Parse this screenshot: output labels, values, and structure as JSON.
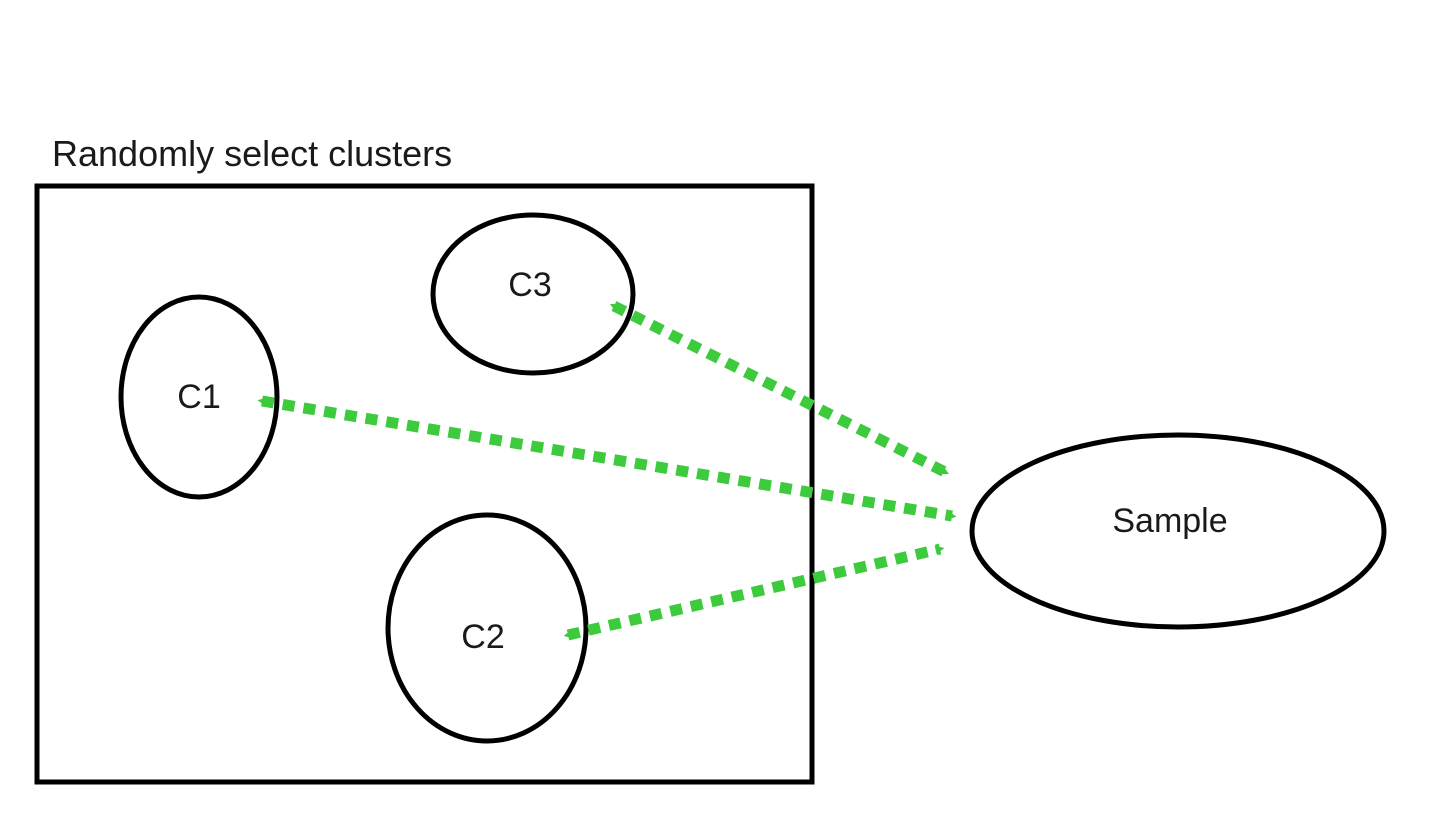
{
  "title": "Randomly select clusters",
  "clusters": [
    {
      "id": "C1",
      "label": "C1"
    },
    {
      "id": "C2",
      "label": "C2"
    },
    {
      "id": "C3",
      "label": "C3"
    }
  ],
  "sample": {
    "label": "Sample"
  },
  "connections": [
    {
      "from": "C3",
      "to": "Sample",
      "style": "dotted",
      "bidirectional": true
    },
    {
      "from": "C1",
      "to": "Sample",
      "style": "dotted",
      "bidirectional": true
    },
    {
      "from": "C2",
      "to": "Sample",
      "style": "dotted",
      "bidirectional": true
    }
  ],
  "colors": {
    "connector": "#3dca3d",
    "outline": "#000000",
    "text": "#1a1a1a",
    "background": "#ffffff"
  }
}
